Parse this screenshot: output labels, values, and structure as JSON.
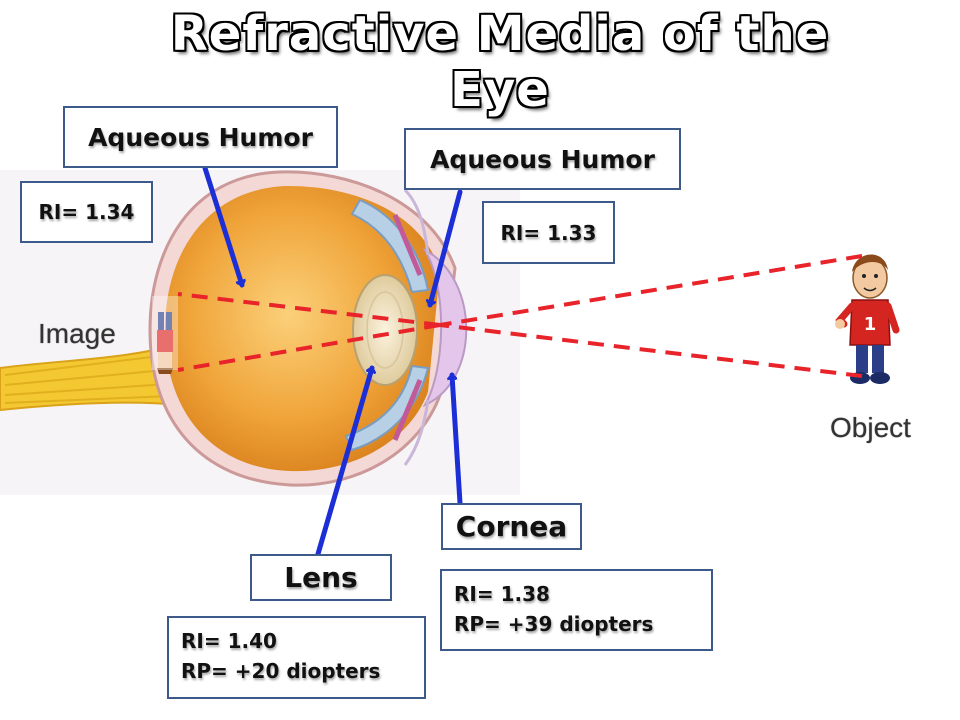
{
  "title": "Refractive Media of the Eye",
  "labels": {
    "image": "Image",
    "object": "Object"
  },
  "boxes": {
    "aqueous_left": {
      "name": "Aqueous Humor"
    },
    "aqueous_right": {
      "name": "Aqueous Humor"
    },
    "ri_left": {
      "text": "RI= 1.34"
    },
    "ri_right": {
      "text": "RI= 1.33"
    },
    "cornea": {
      "name": "Cornea",
      "ri": "RI= 1.38",
      "rp": "RP= +39 diopters"
    },
    "lens": {
      "name": "Lens",
      "ri": "RI= 1.40",
      "rp": "RP= +20 diopters"
    }
  },
  "colors": {
    "ray": "#e8232a",
    "arrow": "#1c2fd6",
    "box_border": "#3d5a8a",
    "eyeball": "#f2a53c",
    "cornea": "#e4c6ea",
    "lens": "#efe1c0",
    "optic_nerve": "#f4c830"
  },
  "icons": [
    "eye-anatomy",
    "boy-figure",
    "inverted-boy-figure"
  ]
}
